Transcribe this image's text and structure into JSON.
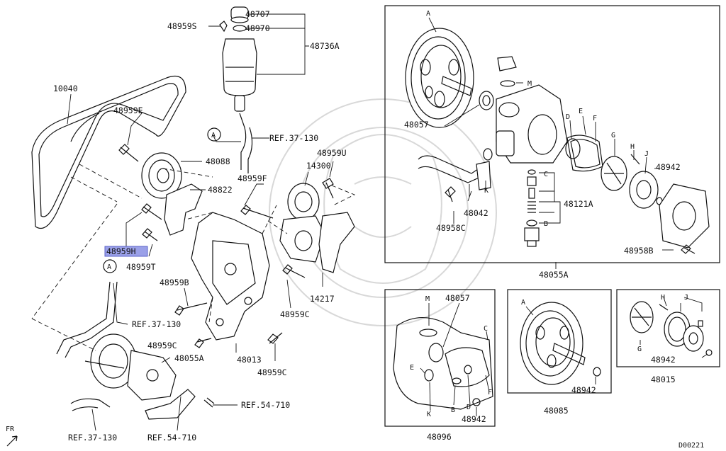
{
  "callouts": {
    "p48707": "48707",
    "p48959S": "48959S",
    "p48970": "48970",
    "p48736A": "48736A",
    "p10040": "10040",
    "p48959E": "48959E",
    "p48088": "48088",
    "p48959F": "48959F",
    "p48822": "48822",
    "p14300": "14300",
    "p48959U": "48959U",
    "p48959H": "48959H",
    "p48959T": "48959T",
    "p48959B": "48959B",
    "p48959C_a": "48959C",
    "p48959C_b": "48959C",
    "p48959C_c": "48959C",
    "p14217": "14217",
    "p48013": "48013",
    "p48055A_left": "48055A",
    "ref37_130_a": "REF.37-130",
    "ref37_130_b": "REF.37-130",
    "ref37_130_c": "REF.37-130",
    "ref54_710_a": "REF.54-710",
    "ref54_710_b": "REF.54-710",
    "circleA_top": "A",
    "circleA_left": "A",
    "fr": "FR"
  },
  "box_pump": {
    "A": "A",
    "M": "M",
    "D": "D",
    "E": "E",
    "F": "F",
    "G": "G",
    "H": "H",
    "J": "J",
    "K": "K",
    "C": "C",
    "B": "B",
    "p48057": "48057",
    "p48042": "48042",
    "p48958C": "48958C",
    "p48121A": "48121A",
    "p48942": "48942",
    "p48958B": "48958B",
    "title": "48055A"
  },
  "box_48096": {
    "M": "M",
    "C": "C",
    "E": "E",
    "K": "K",
    "B": "B",
    "D": "D",
    "F": "F",
    "p48057": "48057",
    "p48942": "48942",
    "title": "48096"
  },
  "box_48085": {
    "A": "A",
    "p48942": "48942",
    "title": "48085"
  },
  "box_48015": {
    "H": "H",
    "J": "J",
    "G": "G",
    "p48942": "48942",
    "title": "48015"
  },
  "diagram_code": "D00221",
  "colors": {
    "highlight": "#9aa0e8",
    "ink": "#111111"
  }
}
